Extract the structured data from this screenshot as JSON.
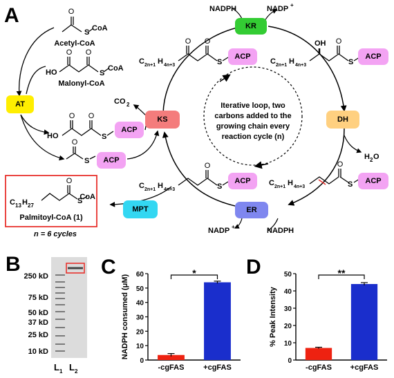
{
  "panel_a": {
    "letter": "A",
    "enzymes": {
      "kr": {
        "label": "KR",
        "color": "#33cc33"
      },
      "dh": {
        "label": "DH",
        "color": "#ffd080"
      },
      "er": {
        "label": "ER",
        "color": "#7f87ef"
      },
      "ks": {
        "label": "KS",
        "color": "#f47c7c"
      },
      "at": {
        "label": "AT",
        "color": "#ffee00"
      },
      "mpt": {
        "label": "MPT",
        "color": "#33d7f2"
      }
    },
    "acp": {
      "label": "ACP",
      "color": "#f3a3f3"
    },
    "cofactors": {
      "nadph_top": "NADPH",
      "nadp_top": "NADP",
      "nadp_top_sup": "+",
      "nadp_bottom": "NADP",
      "nadp_bottom_sup": "+",
      "nadph_bottom": "NADPH",
      "h2o_h": "H",
      "h2o_2": "2",
      "h2o_o": "O",
      "co2_c": "CO",
      "co2_2": "2"
    },
    "substrates": {
      "acetyl_coa_label": "Acetyl-CoA",
      "malonyl_coa_label": "Malonyl-CoA",
      "s_coa": "S",
      "coa": "CoA",
      "s": "S",
      "o": "O",
      "oh": "OH",
      "ho": "HO"
    },
    "chain": {
      "c": "C",
      "sub1": "2n+1",
      "h": "H",
      "sub2": "4n+3"
    },
    "loop_text": [
      "Iterative loop, two",
      "carbons added to the",
      "growing chain every",
      "reaction cycle (n)"
    ],
    "product": {
      "c": "C",
      "c_sub": "13",
      "h": "H",
      "h_sub": "27",
      "name": "Palmitoyl-CoA (1)",
      "border_color": "#e8322d"
    },
    "cycles_note": "n = 6 cycles"
  },
  "panel_b": {
    "letter": "B",
    "markers": [
      "250 kD",
      "75 kD",
      "50 kD",
      "37 kD",
      "25 kD",
      "10 kD"
    ],
    "lane_1": "L",
    "lane_1_sub": "1",
    "lane_2": "L",
    "lane_2_sub": "2"
  },
  "chart_data": [
    {
      "type": "bar",
      "panel": "C",
      "categories": [
        "-cgFAS",
        "+cgFAS"
      ],
      "values": [
        3.5,
        54
      ],
      "errors": [
        1.0,
        0.8
      ],
      "colors": [
        "#ee2211",
        "#1a2ecc"
      ],
      "ylabel": "NADPH consumed (μM)",
      "ylim": [
        0,
        60
      ],
      "yticks": [
        0,
        10,
        20,
        30,
        40,
        50,
        60
      ],
      "significance": "*"
    },
    {
      "type": "bar",
      "panel": "D",
      "categories": [
        "-cgFAS",
        "+cgFAS"
      ],
      "values": [
        7,
        44
      ],
      "errors": [
        0.4,
        0.8
      ],
      "colors": [
        "#ee2211",
        "#1a2ecc"
      ],
      "ylabel": "% Peak Intensity",
      "ylim": [
        0,
        50
      ],
      "yticks": [
        0,
        10,
        20,
        30,
        40,
        50
      ],
      "significance": "**"
    }
  ]
}
